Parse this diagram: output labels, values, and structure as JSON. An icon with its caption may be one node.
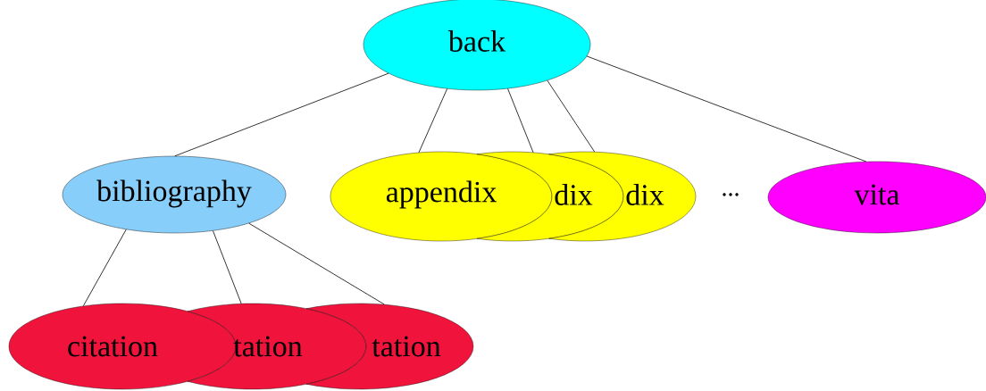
{
  "diagram": {
    "nodes": [
      {
        "text": [
          "back"
        ]
      },
      {
        "text": [
          "bibliography"
        ]
      },
      {
        "text": [
          "appendix"
        ]
      },
      {
        "text": [
          "dix"
        ]
      },
      {
        "text": [
          "dix"
        ]
      },
      {
        "text": [
          "vita"
        ]
      },
      {
        "text": [
          "citation"
        ]
      },
      {
        "text": [
          "tation"
        ]
      },
      {
        "text": [
          "tation"
        ]
      }
    ],
    "edges": [
      {
        "from": 0,
        "to": 1,
        "arrow": "none"
      },
      {
        "from": 0,
        "to": 2,
        "arrow": "none"
      },
      {
        "from": 0,
        "to": 3,
        "arrow": "none"
      },
      {
        "from": 0,
        "to": 4,
        "arrow": "none"
      },
      {
        "from": 0,
        "to": 5,
        "arrow": "none"
      },
      {
        "from": 1,
        "to": 6,
        "arrow": "none"
      },
      {
        "from": 1,
        "to": 7,
        "arrow": "none"
      },
      {
        "from": 1,
        "to": 8,
        "arrow": "none"
      }
    ],
    "labels": [
      "..."
    ]
  }
}
